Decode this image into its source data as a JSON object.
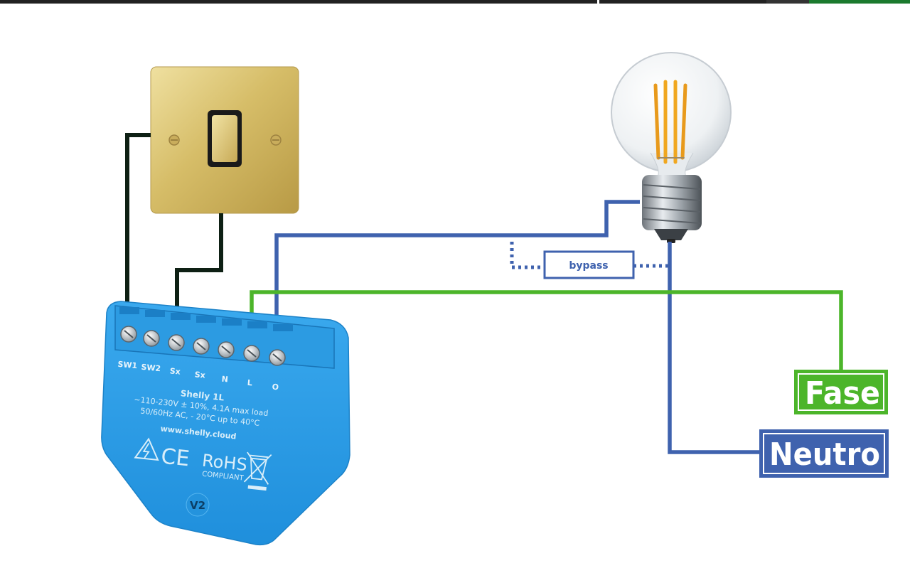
{
  "colors": {
    "phase_wire": "#4cb52a",
    "neutral_wire": "#3f62ae",
    "switch_wire": "#0e2014",
    "module_body": "#2a9fe6",
    "switch_plate": "#d8c06a",
    "top_bar_dark": "#222222",
    "top_bar_accent": "#1b7a2e"
  },
  "diagram": {
    "bypass_label": "bypass",
    "phase_label": "Fase",
    "neutral_label": "Neutro"
  },
  "module": {
    "terminals": [
      "SW1",
      "SW2",
      "Sx",
      "Sx",
      "N",
      "L",
      "O"
    ],
    "model": "Shelly 1L",
    "spec_line1": "~110-230V ± 10%, 4.1A max load",
    "spec_line2": "50/60Hz AC, - 20°C up to 40°C",
    "website": "www.shelly.cloud",
    "ce_mark": "CE",
    "rohs_mark": "RoHS",
    "rohs_sub": "COMPLIANT",
    "version": "V2"
  }
}
